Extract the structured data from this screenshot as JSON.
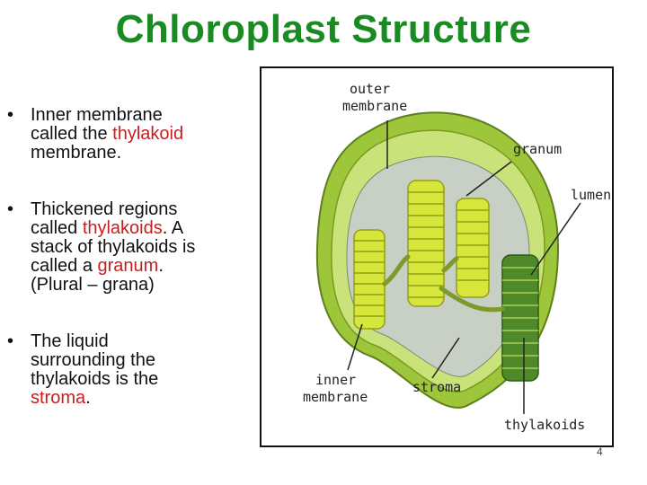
{
  "title": "Chloroplast Structure",
  "bullets": [
    {
      "dot": "•",
      "lines": [
        [
          "Inner membrane"
        ],
        [
          "called the ",
          {
            "hl": "thylakoid"
          }
        ],
        [
          "membrane."
        ]
      ]
    },
    {
      "dot": "•",
      "lines": [
        [
          "Thickened regions"
        ],
        [
          "called ",
          {
            "hl": "thylakoids"
          },
          ".  A"
        ],
        [
          "stack of thylakoids is"
        ],
        [
          "called a ",
          {
            "hl": "granum"
          },
          "."
        ],
        [
          "(Plural – grana)"
        ]
      ]
    },
    {
      "dot": "•",
      "lines": [
        [
          "The liquid"
        ],
        [
          "surrounding the"
        ],
        [
          "thylakoids is the"
        ],
        [
          {
            "hl": "stroma"
          },
          "."
        ]
      ]
    }
  ],
  "diagram": {
    "labels": {
      "outer1": "outer",
      "outer2": "membrane",
      "granum": "granum",
      "lumen": "lumen",
      "inner1": "inner",
      "inner2": "membrane",
      "stroma": "stroma",
      "thylakoids": "thylakoids"
    },
    "colors": {
      "outer_membrane": "#9dc63a",
      "inner_band": "#c9e27a",
      "stroma": "#c8cfc4",
      "thylakoid": "#d6e63a",
      "thylakoid_dark": "#8fa018",
      "cut_granum": "#4f8a2a"
    }
  },
  "page_number": "4",
  "colors": {
    "title": "#1a8a22",
    "highlight": "#c81e1e"
  }
}
